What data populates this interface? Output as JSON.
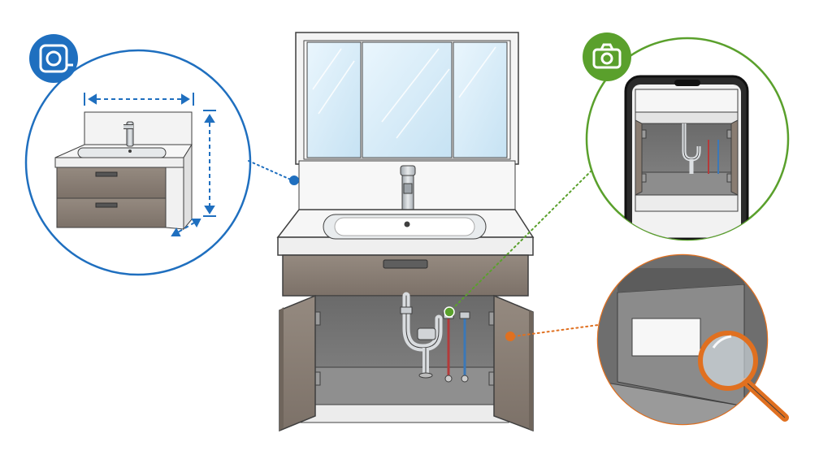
{
  "scene": {
    "background": "#ffffff",
    "line_color": "#3f3f3f",
    "wood_color": "#8a7d72",
    "wood_dark": "#6f655c",
    "interior_color": "#737373",
    "interior_floor": "#8c8c8c",
    "glass_color": "#d7ecf8",
    "counter_color": "#f6f6f6",
    "hot_pipe": "#b33a3a",
    "cold_pipe": "#3b78b8",
    "chrome": "#c9cdd1"
  },
  "callouts": {
    "measure": {
      "accent": "#1f6fbf",
      "badge_icon": "tape-measure-icon",
      "connector_style": "dotted"
    },
    "photo": {
      "accent": "#5aa02c",
      "badge_icon": "camera-icon",
      "connector_style": "dotted"
    },
    "inspect": {
      "accent": "#e07020",
      "badge_icon": "magnifier-icon",
      "connector_style": "dotted"
    }
  }
}
